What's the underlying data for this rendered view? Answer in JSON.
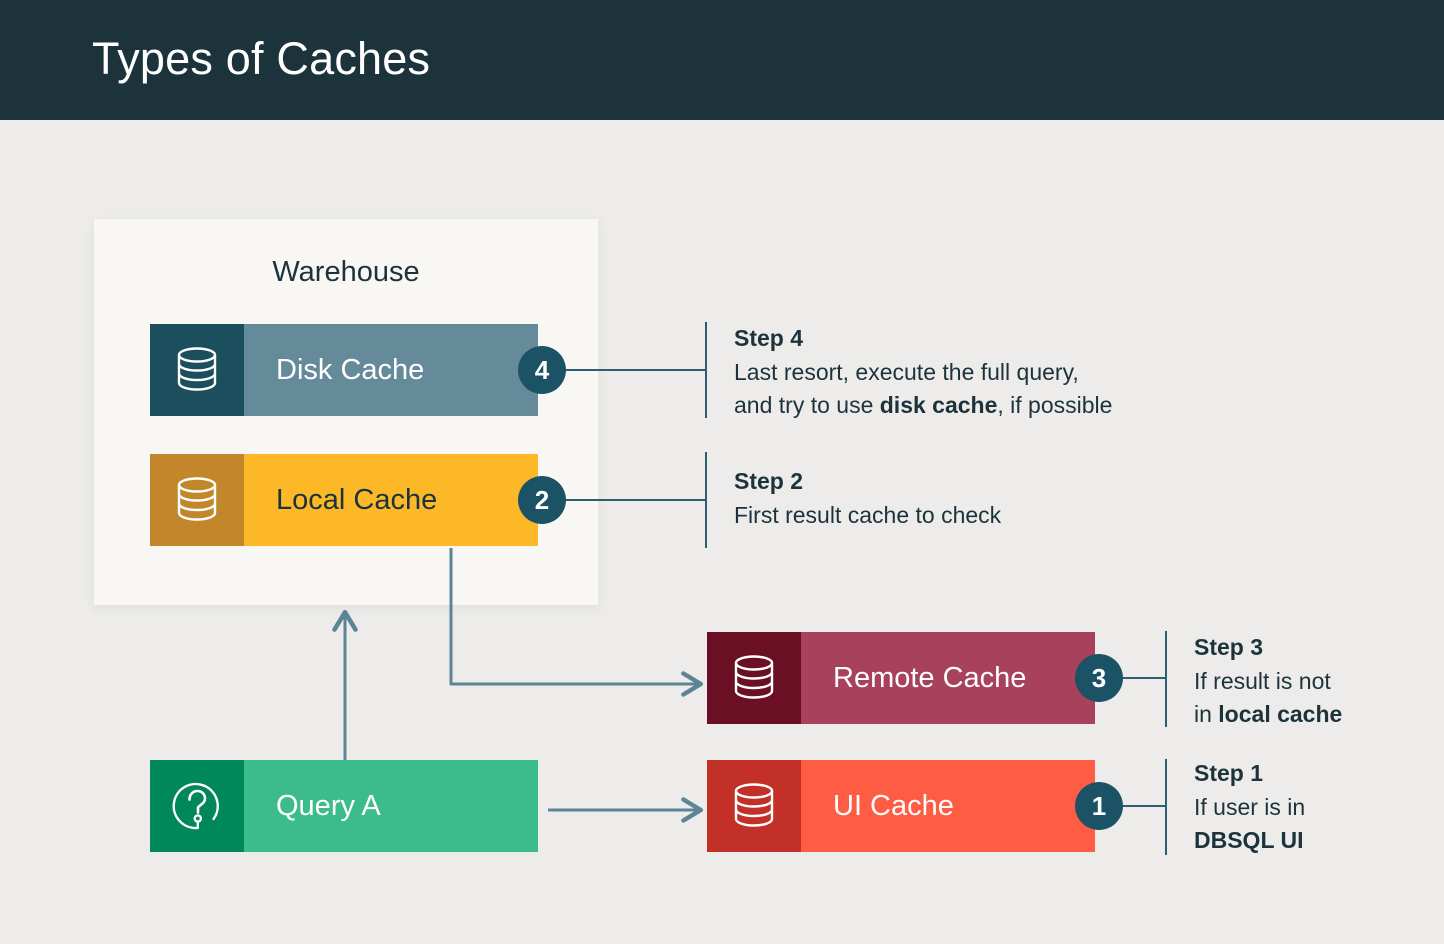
{
  "header": {
    "title": "Types of Caches",
    "background_color": "#1c333c",
    "title_color": "#ffffff"
  },
  "page": {
    "background_color": "#edecea",
    "text_color": "#1c333c"
  },
  "warehouse": {
    "label": "Warehouse",
    "background_color": "#f8f7f3"
  },
  "nodes": [
    {
      "id": "disk-cache",
      "label": "Disk Cache",
      "icon": "database-icon",
      "icon_panel_color": "#1b4f5e",
      "body_color": "#658a99",
      "label_color": "#ffffff",
      "badge": "4"
    },
    {
      "id": "local-cache",
      "label": "Local Cache",
      "icon": "database-icon",
      "icon_panel_color": "#c1872a",
      "body_color": "#fcb827",
      "label_color": "#1c333c",
      "badge": "2"
    },
    {
      "id": "remote-cache",
      "label": "Remote Cache",
      "icon": "database-icon",
      "icon_panel_color": "#6b0f24",
      "body_color": "#a8415c",
      "label_color": "#ffffff",
      "badge": "3"
    },
    {
      "id": "ui-cache",
      "label": "UI Cache",
      "icon": "database-icon",
      "icon_panel_color": "#c33028",
      "body_color": "#ff5c44",
      "label_color": "#ffffff",
      "badge": "1"
    },
    {
      "id": "query-a",
      "label": "Query A",
      "icon": "question-mark-circle-icon",
      "icon_panel_color": "#00875a",
      "body_color": "#3cbc8d",
      "label_color": "#ffffff",
      "badge": ""
    }
  ],
  "steps": [
    {
      "id": "step-4",
      "number": "4",
      "title": "Step 4",
      "desc_line1": "Last resort, execute the full query,",
      "desc_line2_prefix": "and try to use ",
      "desc_line2_bold": "disk cache",
      "desc_line2_suffix": ", if possible"
    },
    {
      "id": "step-2",
      "number": "2",
      "title": "Step 2",
      "desc_line1": "First result cache to check",
      "desc_line2_prefix": "",
      "desc_line2_bold": "",
      "desc_line2_suffix": ""
    },
    {
      "id": "step-3",
      "number": "3",
      "title": "Step 3",
      "desc_line1": "If result is not",
      "desc_line2_prefix": "in ",
      "desc_line2_bold": "local cache",
      "desc_line2_suffix": ""
    },
    {
      "id": "step-1",
      "number": "1",
      "title": "Step 1",
      "desc_line1": "If user is in",
      "desc_line2_prefix": "",
      "desc_line2_bold": "DBSQL UI",
      "desc_line2_suffix": ""
    }
  ],
  "colors": {
    "badge": "#1b5266",
    "leader_line": "#2b5f70",
    "arrow": "#5d8595"
  },
  "arrows": [
    {
      "id": "query-to-warehouse-arrow",
      "from": "query-a",
      "to": "warehouse",
      "direction": "up"
    },
    {
      "id": "local-to-remote-arrow",
      "from": "local-cache",
      "to": "remote-cache",
      "direction": "elbow-right"
    },
    {
      "id": "query-to-ui-arrow",
      "from": "query-a",
      "to": "ui-cache",
      "direction": "right"
    }
  ]
}
